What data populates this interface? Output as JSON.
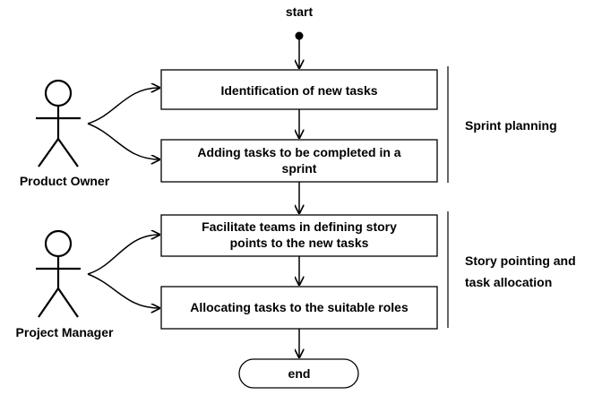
{
  "start_label": "start",
  "end_label": "end",
  "tasks": [
    {
      "lines": [
        "Identification of new tasks"
      ]
    },
    {
      "lines": [
        "Adding tasks to be completed in a",
        "sprint"
      ]
    },
    {
      "lines": [
        "Facilitate teams in defining story",
        "points to the new tasks"
      ]
    },
    {
      "lines": [
        "Allocating tasks to the suitable roles"
      ]
    }
  ],
  "actors": [
    {
      "label": "Product Owner"
    },
    {
      "label": "Project Manager"
    }
  ],
  "phases": [
    {
      "lines": [
        "Sprint planning"
      ]
    },
    {
      "lines": [
        "Story pointing and",
        "task allocation"
      ]
    }
  ]
}
